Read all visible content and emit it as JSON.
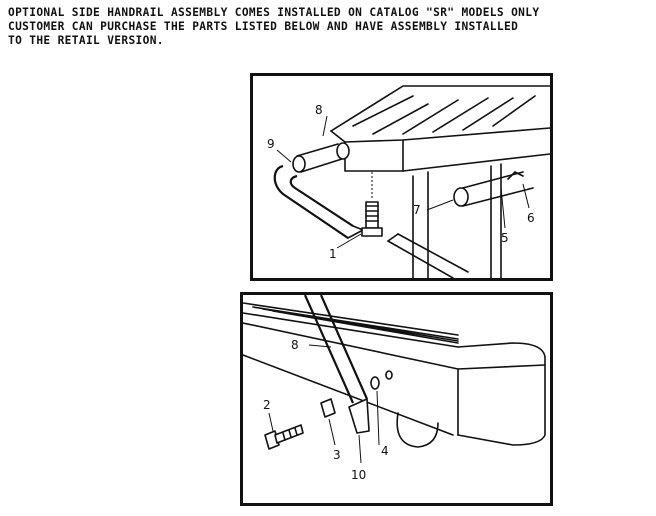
{
  "header": {
    "lines": [
      "OPTIONAL SIDE HANDRAIL ASSEMBLY COMES INSTALLED ON CATALOG \"SR\" MODELS ONLY",
      "CUSTOMER CAN PURCHASE THE PARTS LISTED BELOW AND HAVE ASSEMBLY INSTALLED",
      "TO THE RETAIL VERSION."
    ]
  },
  "top_panel": {
    "callouts": {
      "c1": "1",
      "c5": "5",
      "c6": "6",
      "c7": "7",
      "c8": "8",
      "c9": "9"
    }
  },
  "bottom_panel": {
    "callouts": {
      "c2": "2",
      "c3": "3",
      "c4": "4",
      "c8": "8",
      "c10": "10"
    }
  }
}
